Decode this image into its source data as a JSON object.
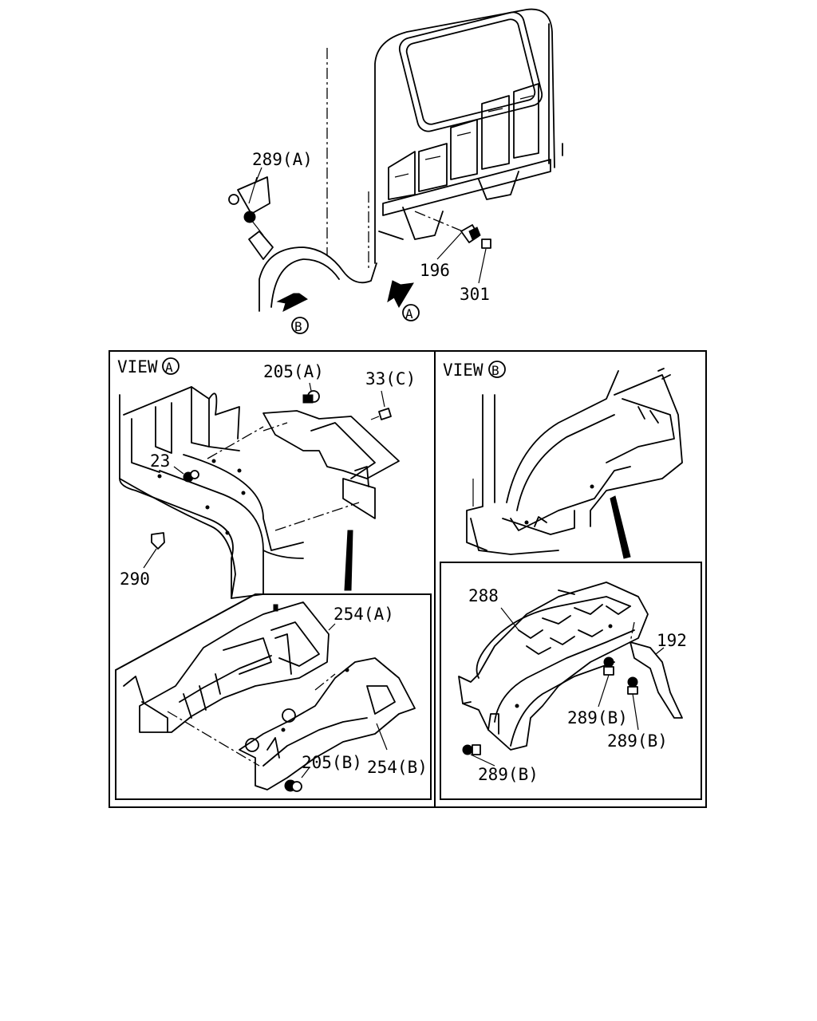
{
  "callouts": {
    "p289a": "289(A)",
    "p196": "196",
    "p301": "301",
    "arrowA": "A",
    "arrowB": "B",
    "p205a": "205(A)",
    "p33c": "33(C)",
    "p23": "23",
    "p290": "290",
    "p254a": "254(A)",
    "p205b": "205(B)",
    "p254b": "254(B)",
    "p288": "288",
    "p192": "192",
    "p289b1": "289(B)",
    "p289b2": "289(B)",
    "p289b3": "289(B)"
  },
  "views": {
    "viewA_word": "VIEW",
    "viewA_letter": "A",
    "viewB_word": "VIEW",
    "viewB_letter": "B"
  }
}
